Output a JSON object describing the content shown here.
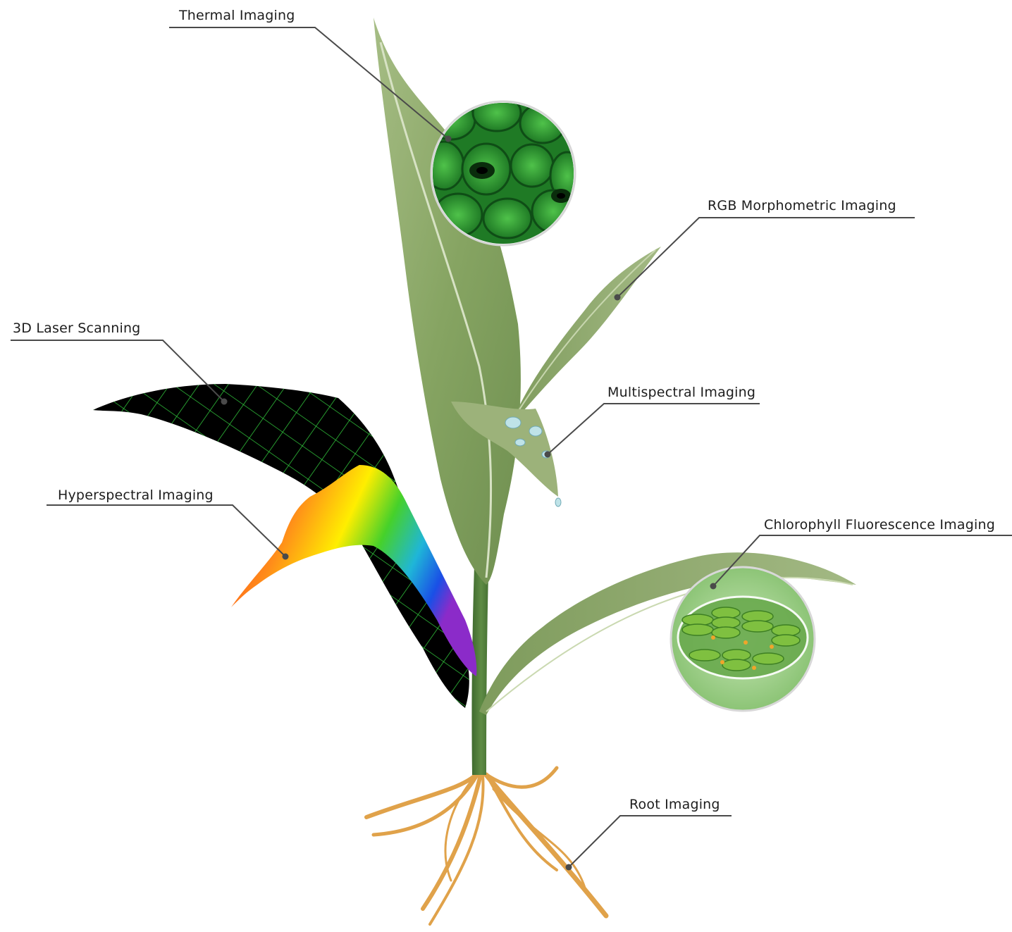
{
  "labels": {
    "thermal": "Thermal Imaging",
    "rgb": "RGB Morphometric Imaging",
    "laser": "3D Laser Scanning",
    "multispectral": "Multispectral Imaging",
    "hyperspectral": "Hyperspectral Imaging",
    "chlorophyll": "Chlorophyll Fluorescence Imaging",
    "root": "Root Imaging"
  },
  "colors": {
    "leaf": "#8aa866",
    "leaf_dark": "#5f7f45",
    "leaf_light": "#b7c99a",
    "stem": "#4f7a3a",
    "root": "#e2a34a",
    "callout_line": "#4a4a4a",
    "mesh_leaf": "#000000",
    "mesh_grid": "#2fbf3a",
    "cell_green": "#3fae3f",
    "chloroplast_bg": "#9fd08a"
  },
  "icons": {
    "callout_dot": "callout-dot-icon"
  }
}
